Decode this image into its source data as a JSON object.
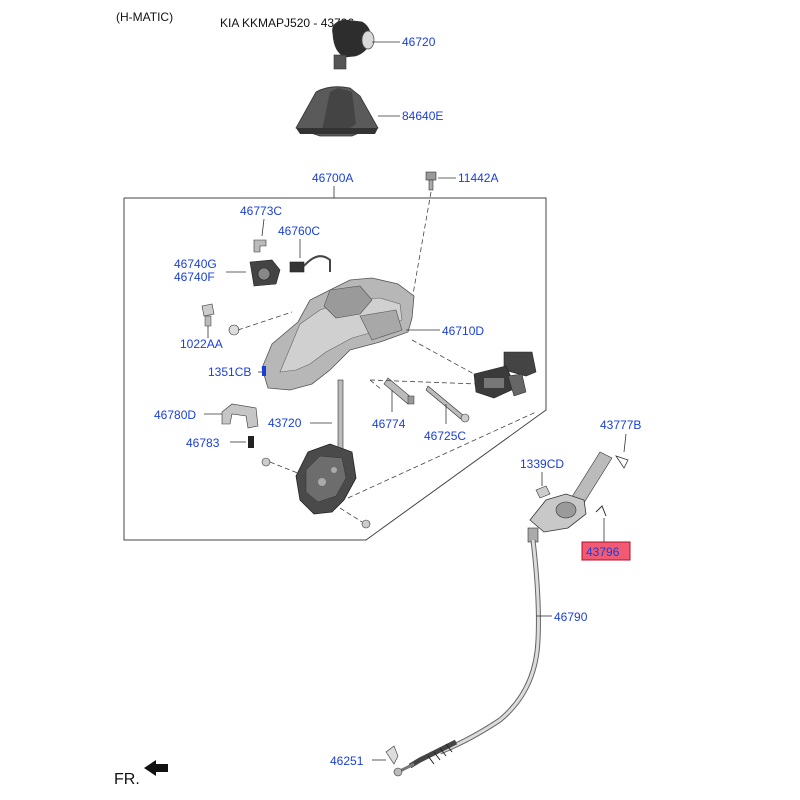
{
  "header": {
    "variant": "(H-MATIC)",
    "model_code": "KIA KKMAPJ520 - 43796"
  },
  "parts": {
    "knob": "46720",
    "boot": "84640E",
    "lever_assy": "46700A",
    "bolt": "11442A",
    "clip_c": "46773C",
    "connector": "46760C",
    "switch_g": "46740G",
    "switch_f": "46740F",
    "nut": "1022AA",
    "bolt_cb": "1351CB",
    "bracket": "46710D",
    "holder": "46780D",
    "pin": "46783",
    "shaft": "43720",
    "clip_774": "46774",
    "shaft_725c": "46725C",
    "clip_b": "43777B",
    "nut_cd": "1339CD",
    "highlighted": "43796",
    "cable": "46790",
    "retainer": "46251"
  },
  "direction_marker": "FR.",
  "colors": {
    "label_blue": "#1a3fd6",
    "highlight_fill": "#f25a74",
    "highlight_border": "#b0102b",
    "part_gray": "#8a8a8a",
    "dark_part": "#3b3b3b"
  }
}
